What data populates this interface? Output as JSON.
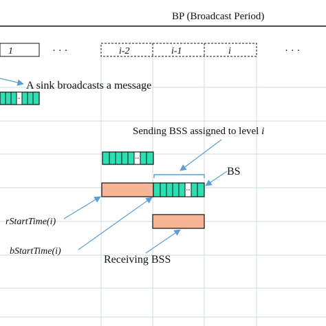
{
  "header": {
    "title": "BP (Broadcast Period)"
  },
  "periods": {
    "first": "1",
    "ellipsis_left": "· · ·",
    "prev2": "i-2",
    "prev1": "i-1",
    "current": "i",
    "ellipsis_right": "· · ·"
  },
  "labels": {
    "sink_broadcast": "A sink broadcasts a message",
    "sending_bss_prefix": "Sending BSS assigned to level ",
    "sending_bss_level": "i",
    "bs": "BS",
    "rstart": "rStartTime(i)",
    "bstart": "bStartTime(i)",
    "receiving_bss": "Receiving BSS"
  },
  "colors": {
    "teal": "#2de0b4",
    "salmon": "#f6b595",
    "grid": "#cfd8de",
    "arrow": "#5a9fd4",
    "ink": "#111111"
  }
}
